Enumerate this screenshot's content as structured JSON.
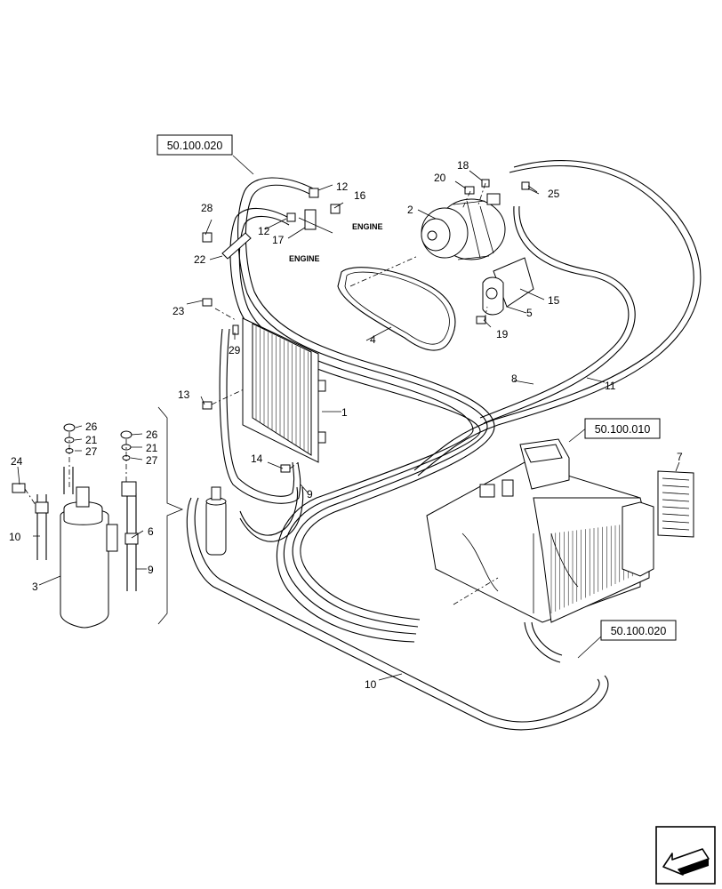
{
  "references": {
    "top_left": "50.100.020",
    "heater": "50.100.010",
    "bottom_right": "50.100.020"
  },
  "engine_labels": [
    "ENGINE",
    "ENGINE"
  ],
  "callouts": {
    "c1": "1",
    "c2": "2",
    "c3": "3",
    "c4": "4",
    "c5": "5",
    "c6": "6",
    "c7": "7",
    "c8": "8",
    "c9a": "9",
    "c9b": "9",
    "c10a": "10",
    "c10b": "10",
    "c11": "11",
    "c12a": "12",
    "c12b": "12",
    "c13": "13",
    "c14": "14",
    "c15": "15",
    "c16": "16",
    "c17": "17",
    "c18": "18",
    "c19": "19",
    "c20": "20",
    "c21a": "21",
    "c21b": "21",
    "c22": "22",
    "c23": "23",
    "c24": "24",
    "c25": "25",
    "c26a": "26",
    "c26b": "26",
    "c27a": "27",
    "c27b": "27",
    "c28": "28",
    "c29": "29"
  },
  "nav_icon": "next-page-arrow-icon"
}
